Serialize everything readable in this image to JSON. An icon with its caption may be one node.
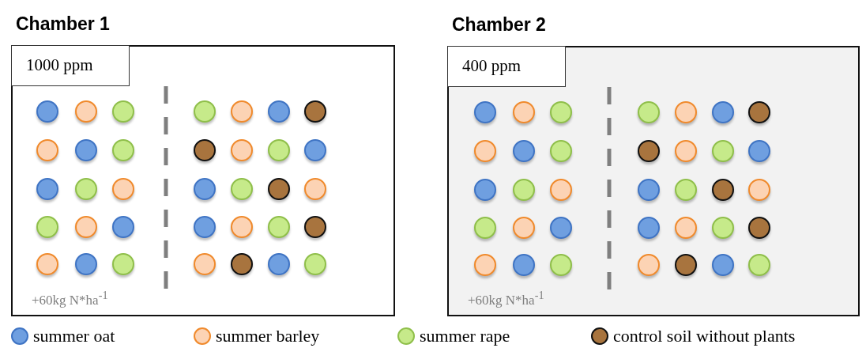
{
  "diagram": {
    "nodes": [
      {
        "text": [
          "Chamber 1",
          "+60kg N*ha$^{-1}$"
        ]
      },
      {
        "text": [
          "1000 ppm"
        ],
        "in": 0
      },
      {
        "text": [],
        "shape": "circle",
        "in": 0
      },
      {
        "text": [],
        "shape": "circle",
        "in": 0
      },
      {
        "text": [],
        "shape": "circle",
        "in": 0
      },
      {
        "text": [],
        "shape": "circle",
        "in": 0
      },
      {
        "text": [],
        "shape": "circle",
        "in": 0
      },
      {
        "text": [],
        "shape": "circle",
        "in": 0
      },
      {
        "text": [],
        "shape": "circle",
        "in": 0
      },
      {
        "text": [],
        "shape": "circle",
        "in": 0
      },
      {
        "text": [],
        "shape": "circle",
        "in": 0
      },
      {
        "text": [],
        "shape": "circle",
        "in": 0
      },
      {
        "text": [],
        "shape": "circle",
        "in": 0
      },
      {
        "text": [],
        "shape": "circle",
        "in": 0
      },
      {
        "text": [],
        "shape": "circle",
        "in": 0
      },
      {
        "text": [],
        "shape": "circle",
        "in": 0
      },
      {
        "text": [],
        "shape": "circle",
        "in": 0
      },
      {
        "text": [],
        "shape": "circle",
        "in": 0
      },
      {
        "text": [],
        "shape": "circle",
        "in": 0
      },
      {
        "text": [],
        "shape": "circle",
        "in": 0
      },
      {
        "text": [],
        "shape": "circle",
        "in": 0
      },
      {
        "text": [],
        "shape": "circle",
        "in": 0
      },
      {
        "text": [],
        "shape": "circle",
        "in": 0
      },
      {
        "text": [],
        "shape": "circle",
        "in": 0
      },
      {
        "text": [],
        "shape": "circle",
        "in": 0
      },
      {
        "text": [],
        "shape": "circle",
        "in": 0
      },
      {
        "text": [],
        "shape": "circle",
        "in": 0
      },
      {
        "text": [],
        "shape": "circle",
        "in": 0
      },
      {
        "text": [],
        "shape": "circle",
        "in": 0
      },
      {
        "text": [],
        "shape": "circle",
        "in": 0
      },
      {
        "text": [],
        "shape": "circle",
        "in": 0
      },
      {
        "text": [],
        "shape": "circle",
        "in": 0
      },
      {
        "text": [],
        "shape": "circle",
        "in": 0
      },
      {
        "text": [],
        "shape": "circle",
        "in": 0
      },
      {
        "text": [],
        "shape": "circle",
        "in": 0
      },
      {
        "text": [],
        "shape": "circle",
        "in": 0
      },
      {
        "text": [],
        "shape": "circle",
        "in": 0
      },
      {
        "text": [
          "Chamber 2",
          "+60kg N*ha$^{-1}$"
        ]
      },
      {
        "text": [
          "400 ppm"
        ],
        "in": 37
      },
      {
        "text": [],
        "shape": "circle",
        "in": 37
      },
      {
        "text": [],
        "shape": "circle",
        "in": 37
      },
      {
        "text": [],
        "shape": "circle",
        "in": 37
      },
      {
        "text": [],
        "shape": "circle",
        "in": 37
      },
      {
        "text": [],
        "shape": "circle",
        "in": 37
      },
      {
        "text": [],
        "shape": "circle",
        "in": 37
      },
      {
        "text": [],
        "shape": "circle",
        "in": 37
      },
      {
        "text": [],
        "shape": "circle",
        "in": 37
      },
      {
        "text": [],
        "shape": "circle",
        "in": 37
      },
      {
        "text": [],
        "shape": "circle",
        "in": 37
      },
      {
        "text": [],
        "shape": "circle",
        "in": 37
      },
      {
        "text": [],
        "shape": "circle",
        "in": 37
      },
      {
        "text": [],
        "shape": "circle",
        "in": 37
      },
      {
        "text": [],
        "shape": "circle",
        "in": 37
      },
      {
        "text": [],
        "shape": "circle",
        "in": 37
      },
      {
        "text": [],
        "shape": "circle",
        "in": 37
      },
      {
        "text": [],
        "shape": "circle",
        "in": 37
      },
      {
        "text": [],
        "shape": "circle",
        "in": 37
      },
      {
        "text": [],
        "shape": "circle",
        "in": 37
      },
      {
        "text": [],
        "shape": "circle",
        "in": 37
      },
      {
        "text": [],
        "shape": "circle",
        "in": 37
      },
      {
        "text": [],
        "shape": "circle",
        "in": 37
      },
      {
        "text": [],
        "shape": "circle",
        "in": 37
      },
      {
        "text": [],
        "shape": "circle",
        "in": 37
      },
      {
        "text": [],
        "shape": "circle",
        "in": 37
      },
      {
        "text": [],
        "shape": "circle",
        "in": 37
      },
      {
        "text": [],
        "shape": "circle",
        "in": 37
      },
      {
        "text": [],
        "shape": "circle",
        "in": 37
      },
      {
        "text": [],
        "shape": "circle",
        "in": 37
      },
      {
        "text": [],
        "shape": "circle",
        "in": 37
      },
      {
        "text": [],
        "shape": "circle",
        "in": 37
      },
      {
        "text": [],
        "shape": "circle",
        "in": 37
      },
      {
        "text": [],
        "shape": "circle",
        "in": 37
      },
      {
        "text": [],
        "shape": "circle",
        "in": 37
      },
      {
        "text": [],
        "shape": "circle",
        "in": 37
      }
    ],
    "legend": [
      {
        "text": "summer oat",
        "color": "#6f9fe0"
      },
      {
        "text": "summer barley",
        "color": "#fcd3b4"
      },
      {
        "text": "summer rape",
        "color": "#c6ea8a"
      },
      {
        "text": "control soil without plants",
        "color": "#a8743e"
      }
    ]
  }
}
